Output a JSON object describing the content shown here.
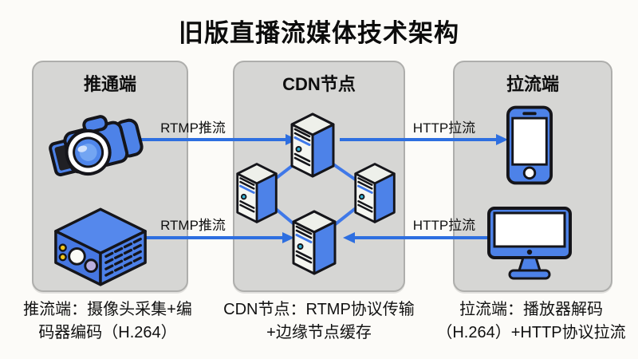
{
  "title": "旧版直播流媒体技术架构",
  "panels": {
    "push": {
      "header": "推通端"
    },
    "cdn": {
      "header": "CDN节点"
    },
    "pull": {
      "header": "拉流端"
    }
  },
  "arrows": {
    "push_top": {
      "label": "RTMP推流",
      "direction": "right"
    },
    "push_bottom": {
      "label": "RTMP推流",
      "direction": "right"
    },
    "pull_top": {
      "label": "HTTP拉流",
      "direction": "right"
    },
    "pull_bottom": {
      "label": "HTTP拉流",
      "direction": "left"
    }
  },
  "captions": {
    "push": [
      "推流端：摄像头采集+编",
      "码器编码（H.264）"
    ],
    "cdn": [
      "CDN节点：RTMP协议传输",
      "+边缘节点缓存"
    ],
    "pull": [
      "拉流端：播放器解码",
      "（H.264）+HTTP协议拉流"
    ]
  },
  "icons": {
    "push_top": "video-camera-icon",
    "push_bottom": "encoder-box-icon",
    "cdn_nodes": "server-icon",
    "pull_top": "smartphone-icon",
    "pull_bottom": "desktop-monitor-icon"
  },
  "colors": {
    "background": "#fcfbf8",
    "panel_gray": "#d6d6d4",
    "panel_border": "#aeaeac",
    "arrow_blue": "#2e6fe0",
    "icon_blue": "#4d82e8",
    "outline_black": "#15151a",
    "text_black": "#121212"
  }
}
